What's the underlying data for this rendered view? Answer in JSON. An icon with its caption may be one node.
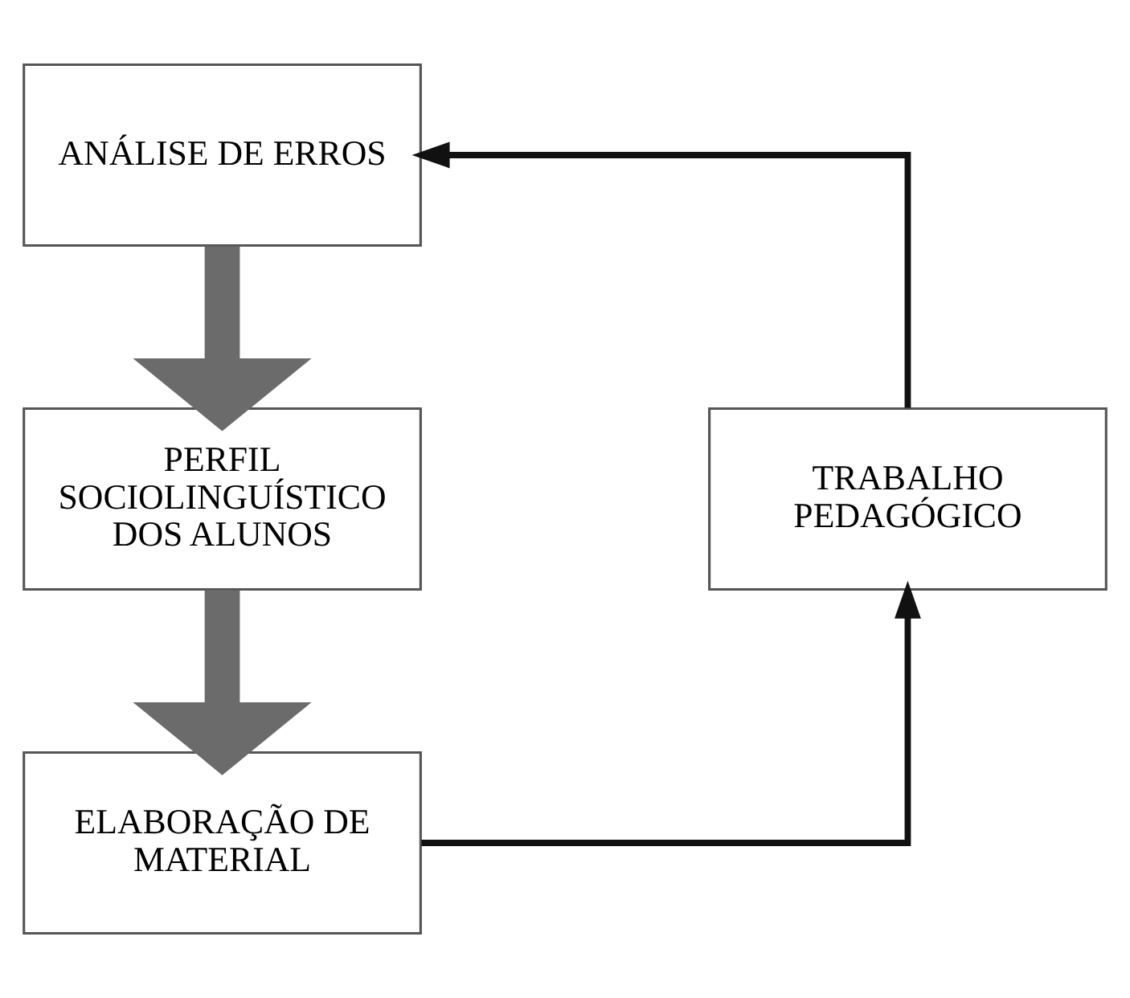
{
  "diagram": {
    "nodes": [
      {
        "text": [
          "ANÁLISE DE ERROS"
        ]
      },
      {
        "text": [
          "PERFIL SOCIOLINGUÍSTICO DOS ALUNOS"
        ]
      },
      {
        "text": [
          "ELABORAÇÃO DE MATERIAL"
        ]
      },
      {
        "text": [
          "TRABALHO PEDAGÓGICO"
        ]
      }
    ],
    "edges": [
      {
        "from": 0,
        "to": 1,
        "arrow": "to",
        "style": "thick",
        "color": "#6b6b6b"
      },
      {
        "from": 1,
        "to": 2,
        "arrow": "to",
        "style": "thick",
        "color": "#6b6b6b"
      },
      {
        "from": 2,
        "to": 3,
        "arrow": "to"
      },
      {
        "from": 3,
        "to": 0,
        "arrow": "to"
      }
    ]
  }
}
